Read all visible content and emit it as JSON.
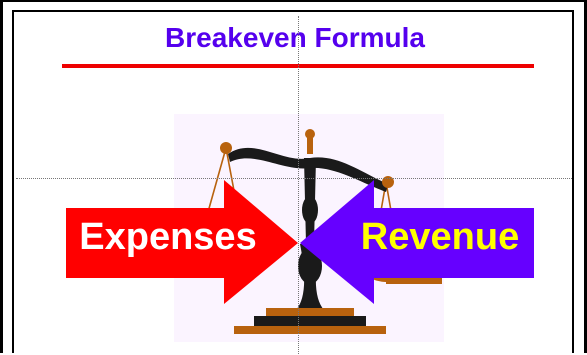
{
  "slide": {
    "title": "Breakeven Formula",
    "left_arrow_label": "Expenses",
    "right_arrow_label": "Revenue"
  },
  "colors": {
    "title_text": "#5500ee",
    "title_rule": "#ee0000",
    "expenses_arrow": "#ff0000",
    "expenses_text": "#ffffff",
    "revenue_arrow": "#6600ff",
    "revenue_text": "#ffff00",
    "scale_body": "#1a1a1a",
    "scale_brass": "#b8620e",
    "scale_background": "#fbf4ff"
  },
  "icons": {
    "center_image": "balance-scale-icon"
  }
}
